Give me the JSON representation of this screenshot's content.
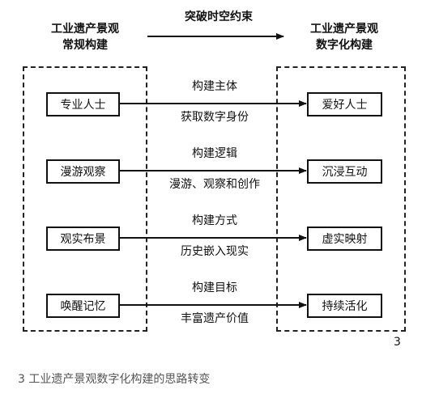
{
  "header": {
    "left_line1": "工业遗产景观",
    "left_line2": "常规构建",
    "center": "突破时空约束",
    "right_line1": "工业遗产景观",
    "right_line2": "数字化构建"
  },
  "rows": [
    {
      "left": "专业人士",
      "label_top": "构建主体",
      "label_bottom": "获取数字身份",
      "right": "爱好人士"
    },
    {
      "left": "漫游观察",
      "label_top": "构建逻辑",
      "label_bottom": "漫游、观察和创作",
      "right": "沉浸互动"
    },
    {
      "left": "观实布景",
      "label_top": "构建方式",
      "label_bottom": "历史嵌入现实",
      "right": "虚实映射"
    },
    {
      "left": "唤醒记忆",
      "label_top": "构建目标",
      "label_bottom": "丰富遗产价值",
      "right": "持续活化"
    }
  ],
  "figure_number": "3",
  "caption": "3 工业遗产景观数字化构建的思路转变"
}
